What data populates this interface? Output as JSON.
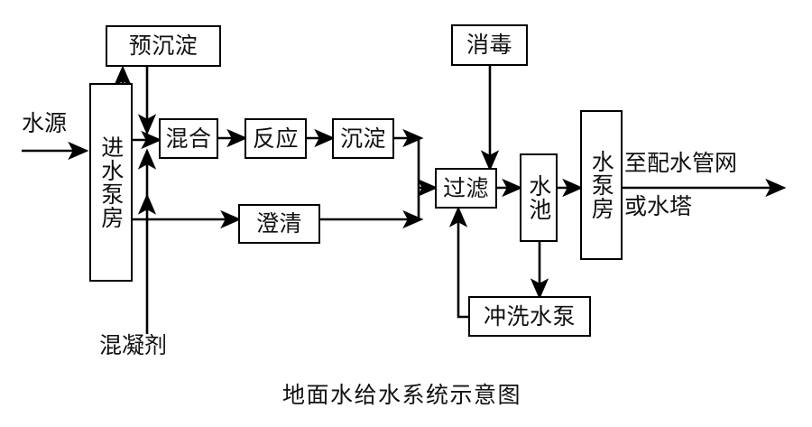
{
  "diagram": {
    "title": "地面水给水系统示意图",
    "nodes": [
      {
        "id": "pre_sed",
        "label": "预沉淀",
        "orientation": "horizontal"
      },
      {
        "id": "intake_pump",
        "label": "进水泵房",
        "orientation": "vertical"
      },
      {
        "id": "mixing",
        "label": "混合",
        "orientation": "horizontal"
      },
      {
        "id": "reaction",
        "label": "反应",
        "orientation": "horizontal"
      },
      {
        "id": "sediment",
        "label": "沉淀",
        "orientation": "horizontal"
      },
      {
        "id": "clarify",
        "label": "澄清",
        "orientation": "horizontal"
      },
      {
        "id": "disinfect",
        "label": "消毒",
        "orientation": "horizontal"
      },
      {
        "id": "filter",
        "label": "过滤",
        "orientation": "horizontal"
      },
      {
        "id": "reservoir",
        "label": "水池",
        "orientation": "vertical"
      },
      {
        "id": "supply_pump",
        "label": "水泵房",
        "orientation": "vertical"
      },
      {
        "id": "wash_pump",
        "label": "冲洗水泵",
        "orientation": "horizontal"
      }
    ],
    "labels": [
      {
        "id": "water_source",
        "text": "水源"
      },
      {
        "id": "coagulant",
        "text": "混凝剂"
      },
      {
        "id": "to_网",
        "text": "至配水管网"
      },
      {
        "id": "or_tower",
        "text": "或水塔"
      }
    ],
    "colors": {
      "stroke": "#000000",
      "text": "#111111",
      "background": "#ffffff"
    }
  }
}
